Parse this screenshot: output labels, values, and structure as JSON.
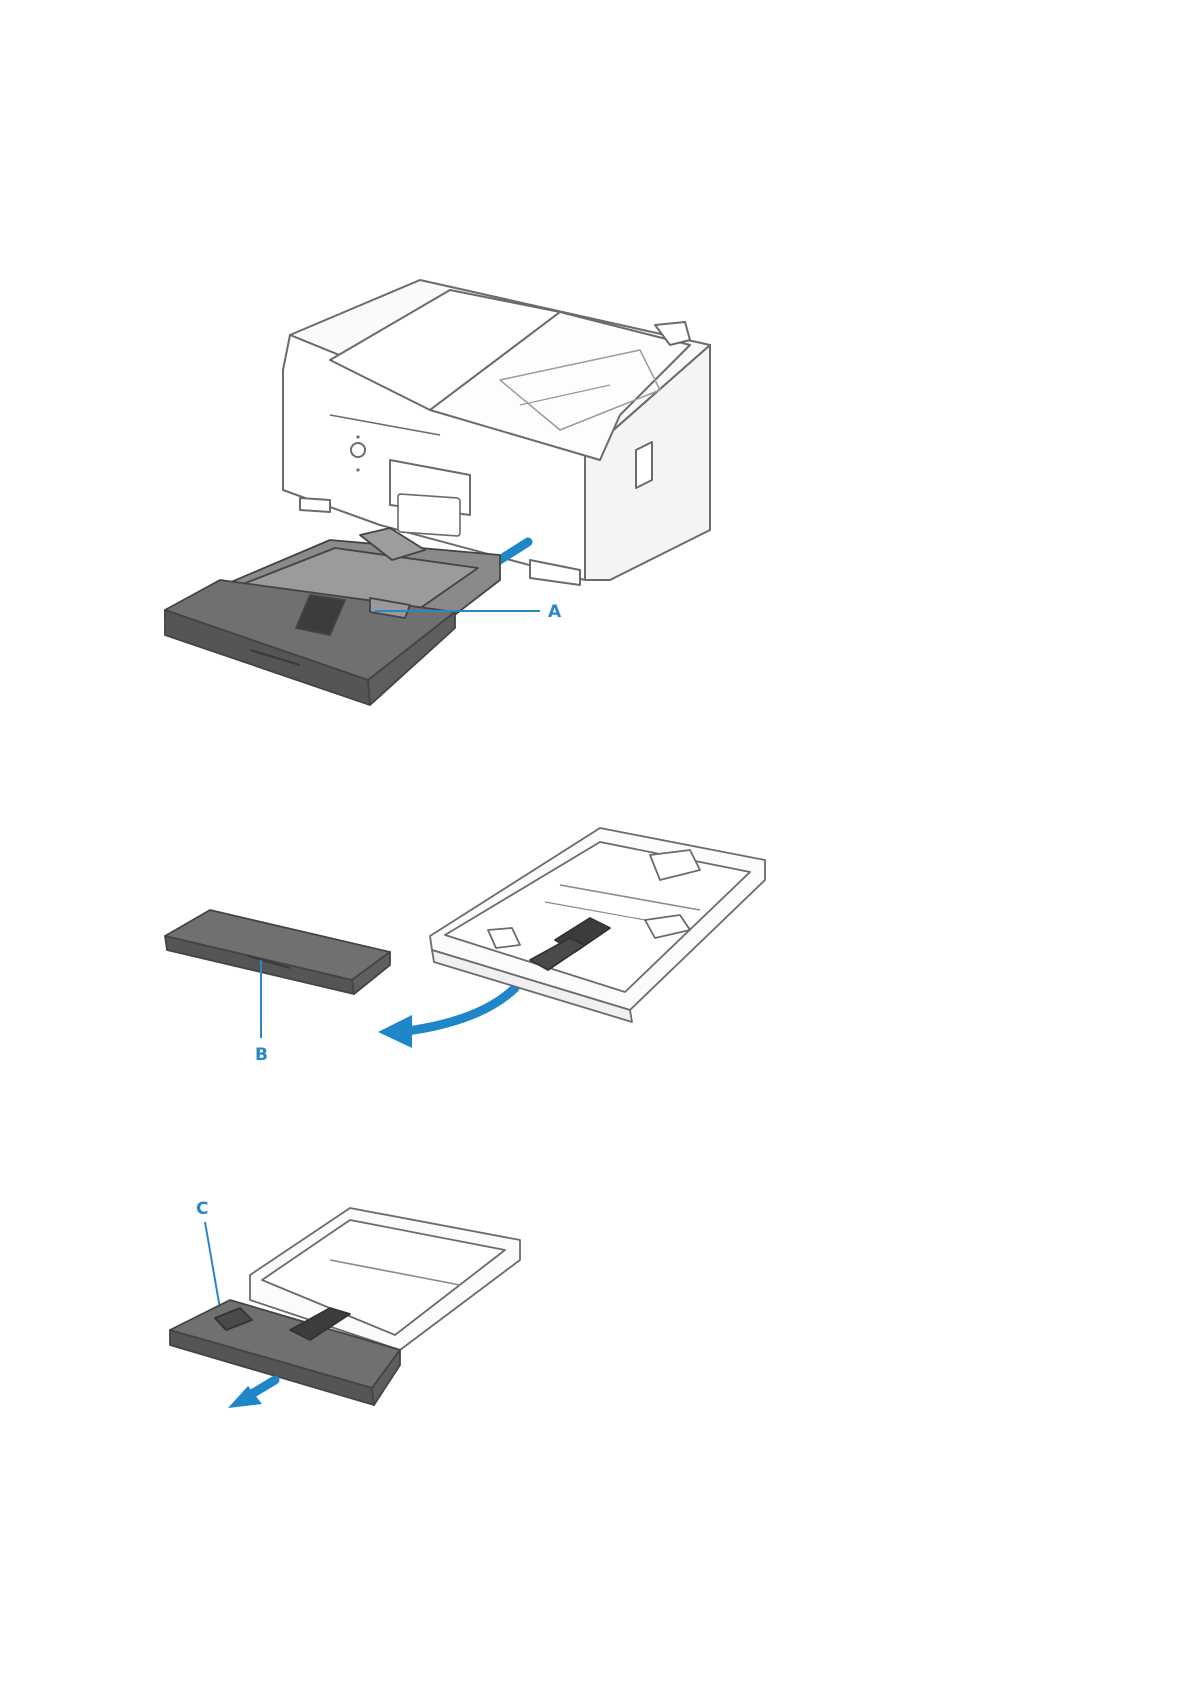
{
  "colors": {
    "callout": "#2a86c4",
    "arrow": "#1f86c8",
    "outline": "#6b6b6b",
    "tray_dark": "#6f6f6f",
    "tray_darker": "#555555"
  },
  "figures": [
    {
      "callout": "A",
      "icons": [
        "printer-illustration",
        "cassette-tray",
        "pull-arrow-icon"
      ]
    },
    {
      "callout": "B",
      "icons": [
        "cassette-cover",
        "cassette-tray-open",
        "curved-arrow-icon"
      ]
    },
    {
      "callout": "C",
      "icons": [
        "cassette-tray-extended",
        "pull-arrow-icon"
      ]
    }
  ]
}
